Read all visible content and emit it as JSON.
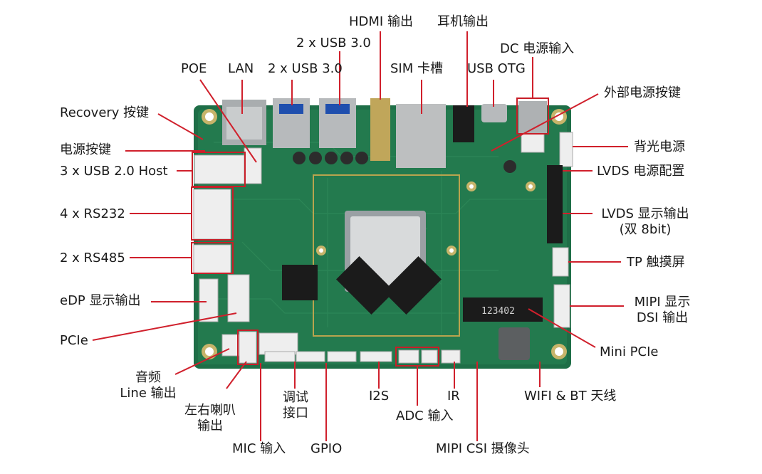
{
  "labels": {
    "hdmi": "HDMI 输出",
    "earphone": "耳机输出",
    "usb30_top": "2 x USB 3.0",
    "dc_in": "DC 电源输入",
    "poe": "POE",
    "lan": "LAN",
    "usb30": "2 x USB 3.0",
    "sim": "SIM 卡槽",
    "usb_otg": "USB OTG",
    "ext_power_btn": "外部电源按键",
    "recovery": "Recovery 按键",
    "power_btn": "电源按键",
    "usb20": "3 x USB 2.0 Host",
    "rs232": "4 x RS232",
    "rs485": "2 x RS485",
    "edp": "eDP 显示输出",
    "pcie": "PCIe",
    "backlight": "背光电源",
    "lvds_cfg": "LVDS 电源配置",
    "lvds_out_1": "LVDS 显示输出",
    "lvds_out_2": "(双 8bit)",
    "tp": "TP  触摸屏",
    "mipi_dsi_1": "MIPI 显示",
    "mipi_dsi_2": "DSI 输出",
    "mini_pcie": "Mini PCIe",
    "audio_1": "音频",
    "audio_2": "Line 输出",
    "speaker_1": "左右喇叭",
    "speaker_2": "输出",
    "debug_1": "调试",
    "debug_2": "接口",
    "i2s": "I2S",
    "ir": "IR",
    "adc": "ADC 输入",
    "wifi_bt": "WIFI & BT 天线",
    "mic": "MIC 输入",
    "gpio": "GPIO",
    "mipi_csi": "MIPI CSI 摄像头"
  },
  "board": {
    "chip_marking": "123402"
  },
  "colors": {
    "pcb": "#1e6e47",
    "pcb_light": "#2f8a5a",
    "highlight": "#c81e28",
    "line": "#d0202c"
  }
}
